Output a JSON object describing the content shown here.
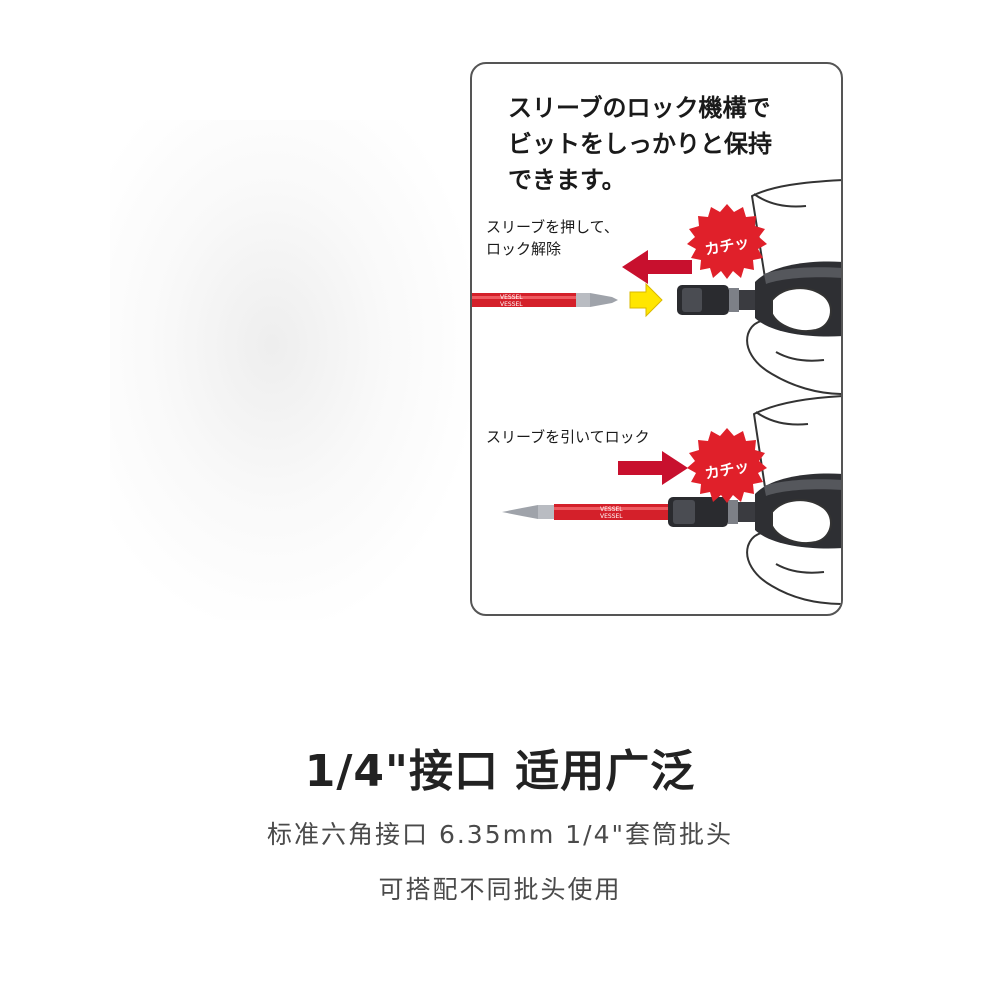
{
  "panel": {
    "title_lines": [
      "スリーブのロック機構で",
      "ビットをしっかりと保持",
      "できます。"
    ],
    "step1": {
      "label_lines": [
        "スリーブを押して、",
        "ロック解除"
      ],
      "badge": "カチッ",
      "bit_marking": [
        "VESSEL",
        "VESSEL"
      ]
    },
    "step2": {
      "label_lines": [
        "スリーブを引いてロック"
      ],
      "badge": "カチッ",
      "bit_marking": [
        "VESSEL",
        "VESSEL"
      ]
    }
  },
  "caption": {
    "headline": "1/4\"接口 适用广泛",
    "line1": "标准六角接口 6.35mm 1/4\"套筒批头",
    "line2": "可搭配不同批头使用"
  },
  "colors": {
    "bit_red": "#d4202a",
    "arrow_red": "#c8102e",
    "arrow_yellow": "#ffe600",
    "badge_red": "#e0202a",
    "frame": "#555555"
  }
}
